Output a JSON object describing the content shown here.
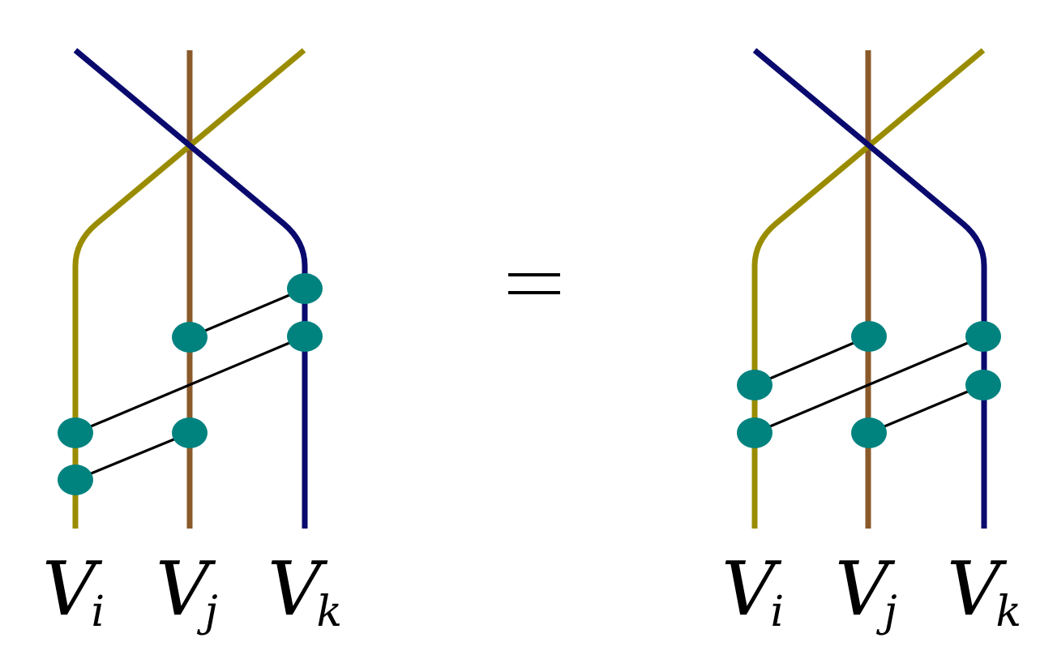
{
  "colors": {
    "strand_i": "#9a8c00",
    "strand_j": "#8a5a2b",
    "strand_k": "#0a0a6e",
    "node": "#00827f",
    "link": "#000000"
  },
  "left": {
    "labels": [
      {
        "main": "V",
        "sub": "i"
      },
      {
        "main": "V",
        "sub": "j"
      },
      {
        "main": "V",
        "sub": "k"
      }
    ]
  },
  "right": {
    "labels": [
      {
        "main": "V",
        "sub": "i"
      },
      {
        "main": "V",
        "sub": "j"
      },
      {
        "main": "V",
        "sub": "k"
      }
    ]
  },
  "relation_symbol": "="
}
